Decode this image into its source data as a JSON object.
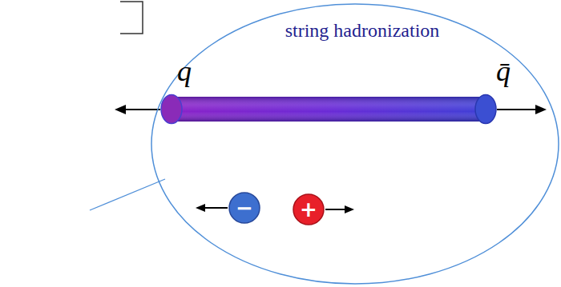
{
  "diagram": {
    "nodes": [
      {
        "text": [
          "string hadronization"
        ]
      },
      {
        "text": [
          "−"
        ],
        "in": 0
      },
      {
        "text": [
          "+"
        ],
        "in": 0
      }
    ],
    "labels": [
      "q",
      "q̄"
    ]
  }
}
